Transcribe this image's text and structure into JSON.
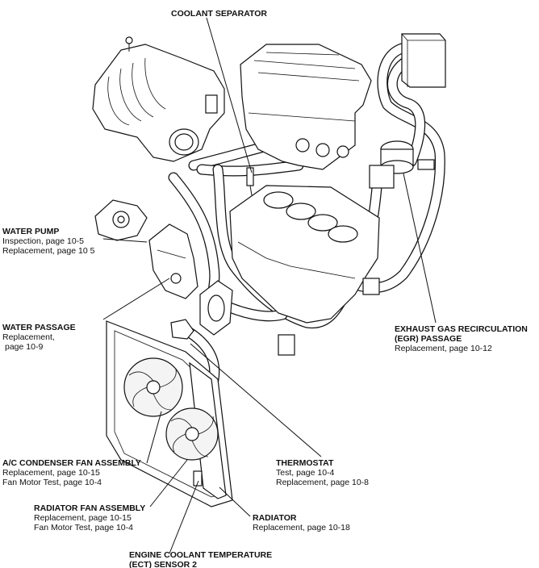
{
  "labels": {
    "coolant_separator": {
      "title": "COOLANT SEPARATOR"
    },
    "water_pump": {
      "title": "WATER PUMP",
      "line1": "Inspection, page 10-5",
      "line2": "Replacement, page 10 5"
    },
    "water_passage": {
      "title": "WATER PASSAGE",
      "line1": "Replacement,",
      "line2": "page 10-9"
    },
    "egr_passage": {
      "title1": "EXHAUST GAS RECIRCULATION",
      "title2": "(EGR) PASSAGE",
      "line1": "Replacement, page 10-12"
    },
    "ac_condenser_fan": {
      "title": "A/C CONDENSER FAN ASSEMBLY",
      "line1": "Replacement, page 10-15",
      "line2": "Fan Motor Test, page 10-4"
    },
    "thermostat": {
      "title": "THERMOSTAT",
      "line1": "Test, page 10-4",
      "line2": "Replacement, page 10-8"
    },
    "radiator_fan": {
      "title": "RADIATOR FAN ASSEMBLY",
      "line1": "Replacement, page 10-15",
      "line2": "Fan Motor Test, page 10-4"
    },
    "radiator": {
      "title": "RADIATOR",
      "line1": "Replacement, page 10-18"
    },
    "ect_sensor": {
      "title1": "ENGINE COOLANT TEMPERATURE",
      "title2": "(ECT) SENSOR 2"
    }
  }
}
